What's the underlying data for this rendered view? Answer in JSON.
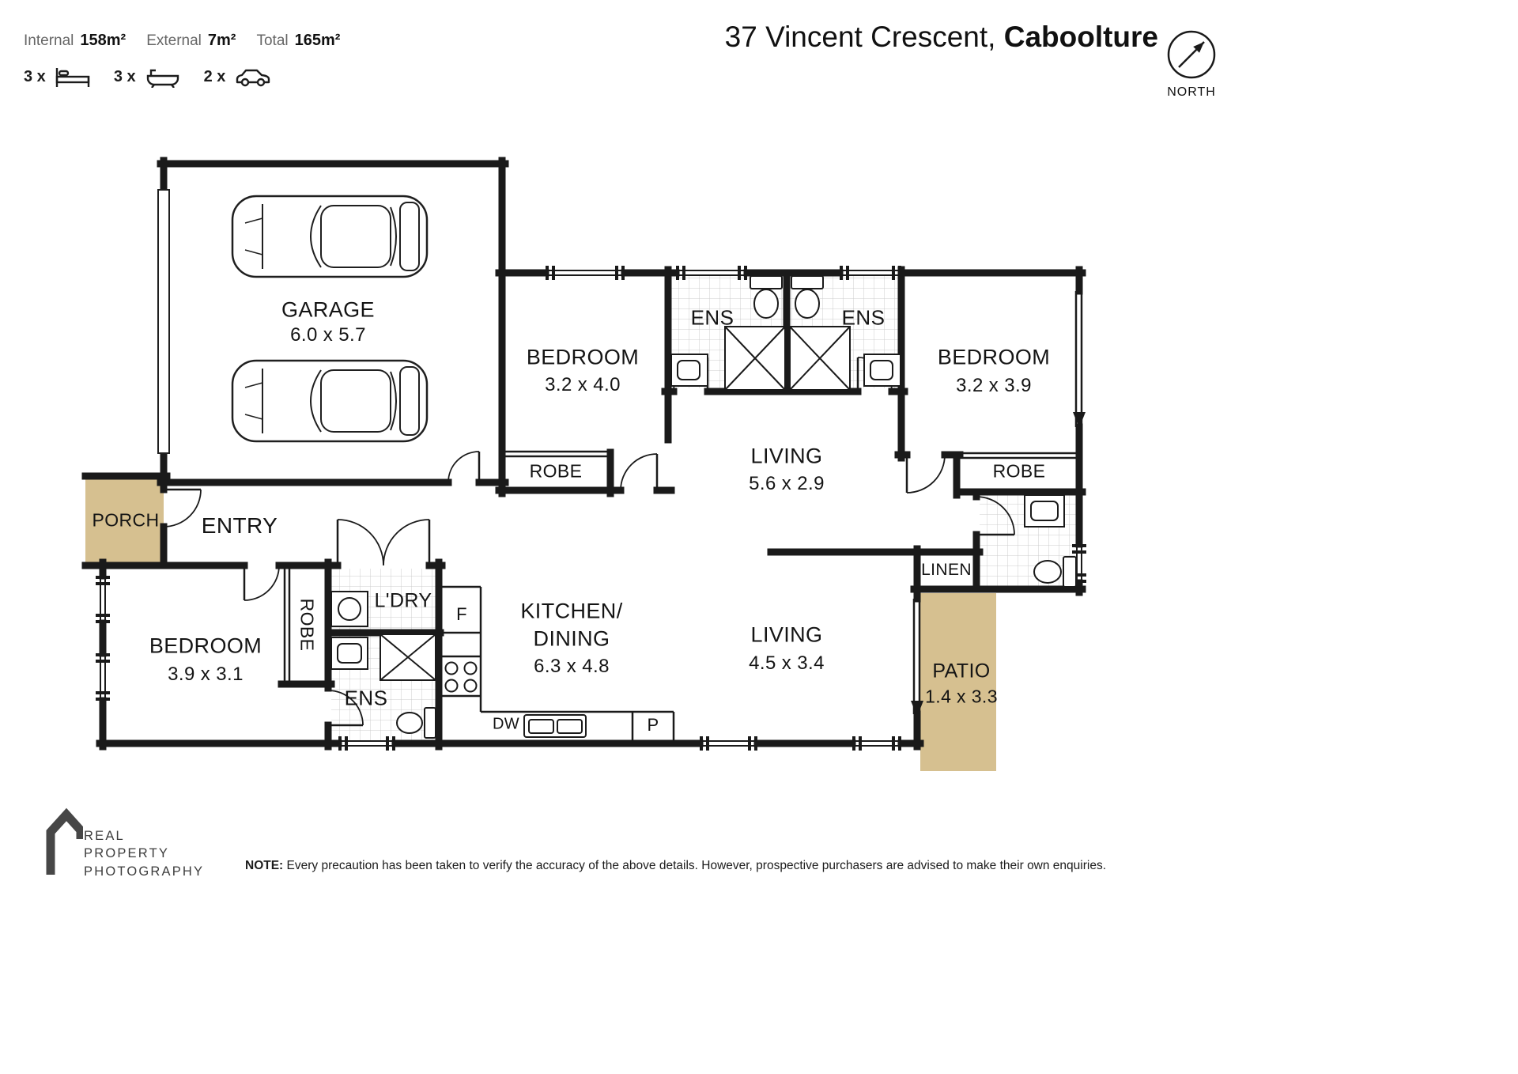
{
  "header": {
    "stats": [
      {
        "label": "Internal",
        "value": "158m²"
      },
      {
        "label": "External",
        "value": "7m²"
      },
      {
        "label": "Total",
        "value": "165m²"
      }
    ],
    "counts": {
      "beds": "3 x",
      "baths": "3 x",
      "cars": "2 x"
    },
    "address_street": "37 Vincent Crescent,",
    "address_suburb": "Caboolture",
    "compass_label": "NORTH"
  },
  "rooms": {
    "garage": {
      "name": "GARAGE",
      "dims": "6.0 x 5.7"
    },
    "bedroom_top": {
      "name": "BEDROOM",
      "dims": "3.2 x 4.0"
    },
    "ens_top_left": {
      "name": "ENS"
    },
    "ens_top_right": {
      "name": "ENS"
    },
    "bedroom_right": {
      "name": "BEDROOM",
      "dims": "3.2 x 3.9"
    },
    "living_central": {
      "name": "LIVING",
      "dims": "5.6 x 2.9"
    },
    "robe_central": {
      "name": "ROBE"
    },
    "robe_right": {
      "name": "ROBE"
    },
    "porch": {
      "name": "PORCH"
    },
    "entry": {
      "name": "ENTRY"
    },
    "bedroom_left": {
      "name": "BEDROOM",
      "dims": "3.9 x 3.1"
    },
    "robe_left": {
      "name": "ROBE"
    },
    "laundry": {
      "name": "L'DRY"
    },
    "ens_lower": {
      "name": "ENS"
    },
    "kitchen_dining": {
      "line1": "KITCHEN/",
      "line2": "DINING",
      "dims": "6.3 x 4.8"
    },
    "living_rear": {
      "name": "LIVING",
      "dims": "4.5 x 3.4"
    },
    "linen": {
      "name": "LINEN"
    },
    "patio": {
      "name": "PATIO",
      "dims": "1.4 x 3.3"
    }
  },
  "appliances": {
    "fridge": "F",
    "dishwasher": "DW",
    "pantry": "P"
  },
  "footer": {
    "brand_lines": [
      "REAL",
      "PROPERTY",
      "PHOTOGRAPHY"
    ],
    "note_label": "NOTE:",
    "note_text": "Every precaution has been taken to verify the accuracy of the above details. However, prospective purchasers are advised to make their own enquiries."
  },
  "colors": {
    "wall": "#1a1a1a",
    "outdoor": "#d6c090"
  }
}
